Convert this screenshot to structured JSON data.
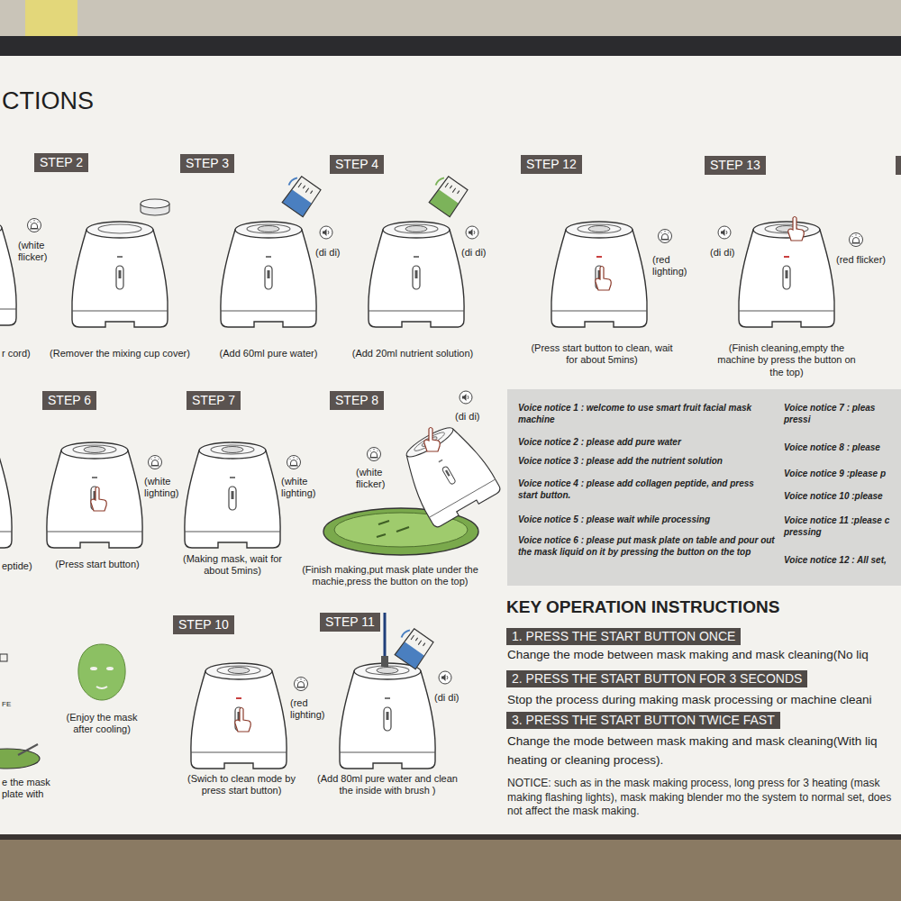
{
  "diagram": {
    "title": "CTIONS",
    "nodes": [
      {
        "text": [
          "STEP 2"
        ]
      },
      {
        "text": [
          "STEP 3"
        ]
      },
      {
        "text": [
          "STEP 4"
        ]
      },
      {
        "text": [
          "STEP 12"
        ]
      },
      {
        "text": [
          "STEP 13"
        ]
      },
      {
        "text": [
          "STEP 6"
        ]
      },
      {
        "text": [
          "STEP 7"
        ]
      },
      {
        "text": [
          "STEP 8"
        ]
      },
      {
        "text": [
          "Voice notice 1 : welcome to use smart fruit facial mask machine",
          "Voice notice 2 : please add pure water",
          "Voice notice 3 : please add the nutrient solution",
          "Voice notice 4 : please add collagen peptide, and press start button.",
          "Voice notice 5 : please wait while processing",
          "Voice notice 6 : please put mask plate on table and pour out the mask liquid on it by pressing the button on the top",
          "Voice notice 7 : pleas pressi",
          "Voice notice 8 : please",
          "Voice notice 9 :please p",
          "Voice notice 10 :please",
          "Voice notice 11 :please c pressing",
          "Voice notice 12 : All set,"
        ]
      },
      {
        "text": [
          "STEP 10"
        ]
      },
      {
        "text": [
          "STEP 11"
        ]
      },
      {
        "text": [
          "1. PRESS THE START BUTTON ONCE"
        ]
      },
      {
        "text": [
          "2. PRESS THE START BUTTON FOR 3 SECONDS"
        ]
      },
      {
        "text": [
          "3. PRESS THE START BUTTON TWICE FAST"
        ]
      }
    ],
    "labels": [
      "(white flicker)",
      "r cord)",
      "(Remover the mixing cup cover)",
      "(di di)",
      "(Add 60ml pure water)",
      "(di di)",
      "(Add 20ml nutrient solution)",
      "(red lighting)",
      "(Press start button to clean, wait for about 5mins)",
      "(di di)",
      "(red flicker)",
      "(Finish cleaning,empty the machine by press the button on the top)",
      "eptide)",
      "(white lighting)",
      "(Press start button)",
      "(white lighting)",
      "(Making mask, wait for about 5mins)",
      "(di di)",
      "(white flicker)",
      "(Finish making,put mask plate under the machie,press the button on the top)",
      "FE",
      "(Enjoy the mask after cooling)",
      "e the mask plate with",
      "(red lighting)",
      "(Swich to clean mode by press start button)",
      "(di di)",
      "(Add 80ml pure water and clean the inside with brush )",
      "KEY OPERATION INSTRUCTIONS",
      "Change the mode between mask making and mask cleaning(No liq",
      "Stop the process during making mask processing or machine cleani",
      "Change the mode between mask making and mask cleaning(With liq heating or cleaning process).",
      "NOTICE: such as in the mask making process, long press for 3 heating (mask making flashing lights), mask making blender mo the system to normal set, does not affect the mask making."
    ]
  }
}
